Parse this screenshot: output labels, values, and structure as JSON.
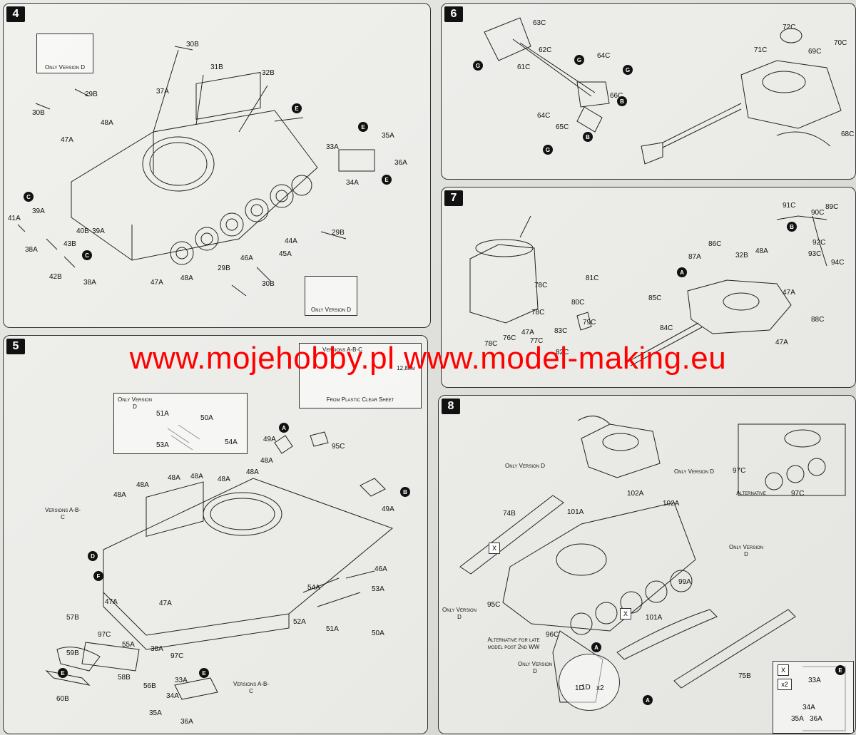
{
  "steps": {
    "s4": "4",
    "s5": "5",
    "s6": "6",
    "s7": "7",
    "s8": "8"
  },
  "watermark": "www.mojehobby.pl www.model-making.eu",
  "notes": {
    "only_version_d": "Only Version D",
    "versions_abc": "Versions A-B-C",
    "from_plastic_clear_sheet": "From Plastic Clear Sheet",
    "alternative": "Alternative",
    "alt_late_model": "Alternative for late model post 2nd WW",
    "x2": "x2",
    "x": "X",
    "dim": "12,8mm"
  },
  "panel4_parts": [
    "30B",
    "31B",
    "32B",
    "29B",
    "37A",
    "30B",
    "48A",
    "47A",
    "39A",
    "41A",
    "40B",
    "43B",
    "38A",
    "42B",
    "38A",
    "39A",
    "33A",
    "35A",
    "36A",
    "34A",
    "44A",
    "45A",
    "46A",
    "29B",
    "48A",
    "47A",
    "29B",
    "30B"
  ],
  "panel5_parts": [
    "51A",
    "50A",
    "53A",
    "54A",
    "49A",
    "95C",
    "48A",
    "48A",
    "48A",
    "48A",
    "48A",
    "48A",
    "48A",
    "49A",
    "46A",
    "53A",
    "54A",
    "52A",
    "51A",
    "50A",
    "47A",
    "47A",
    "57B",
    "97C",
    "55A",
    "38A",
    "97C",
    "59B",
    "58B",
    "56B",
    "33A",
    "34A",
    "35A",
    "36A",
    "60B"
  ],
  "panel6_parts": [
    "63C",
    "62C",
    "61C",
    "64C",
    "64C",
    "65C",
    "66C",
    "72C",
    "71C",
    "69C",
    "70C",
    "68C"
  ],
  "panel7_parts": [
    "91C",
    "90C",
    "89C",
    "92C",
    "93C",
    "94C",
    "87A",
    "86C",
    "32B",
    "48A",
    "47A",
    "81C",
    "78C",
    "80C",
    "78C",
    "79C",
    "77C",
    "83C",
    "82C",
    "78C",
    "76C",
    "47A",
    "85C",
    "84C",
    "88C",
    "47A"
  ],
  "panel8_parts": [
    "74B",
    "101A",
    "102A",
    "102A",
    "99A",
    "95C",
    "96C",
    "101A",
    "97C",
    "97C",
    "75B",
    "33A",
    "34A",
    "35A",
    "36A",
    "1D"
  ],
  "badges": [
    "E",
    "E",
    "E",
    "C",
    "C",
    "A",
    "D",
    "F",
    "E",
    "E",
    "G",
    "G",
    "G",
    "G",
    "B",
    "B",
    "B",
    "A",
    "B",
    "A",
    "A",
    "E"
  ]
}
